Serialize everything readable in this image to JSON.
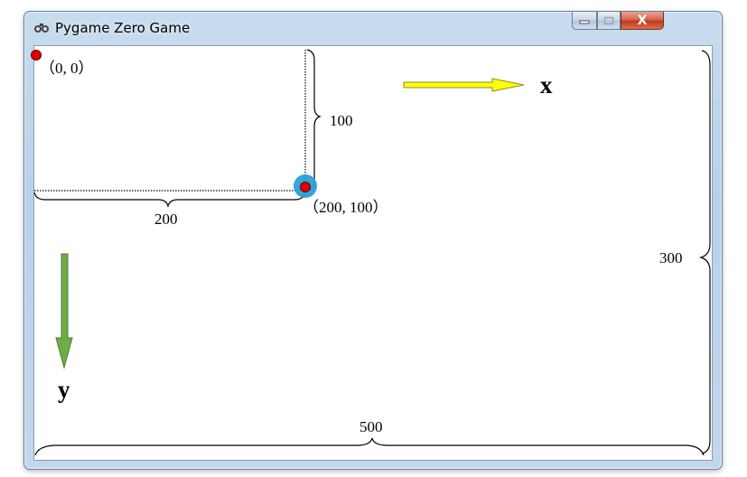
{
  "window": {
    "title": "Pygame Zero Game",
    "close_glyph": "X",
    "icon": "pygame-snake-icon"
  },
  "diagram": {
    "origin_label": "（0, 0）",
    "point_label": "（200, 100）",
    "width_label": "200",
    "height_label": "100",
    "canvas_height_label": "300",
    "canvas_width_label": "500",
    "x_axis_label": "x",
    "y_axis_label": "y"
  },
  "colors": {
    "origin_dot": "#e00000",
    "actor_halo": "#2a9fd8",
    "x_arrow": "#ffff00",
    "y_arrow": "#70ad47"
  }
}
